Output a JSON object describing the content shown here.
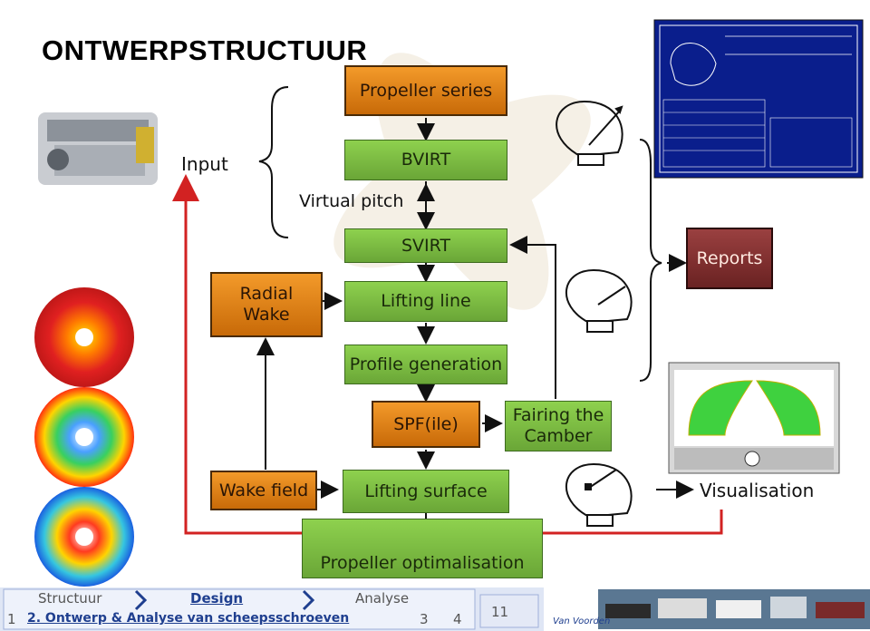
{
  "title": "ONTWERPSTRUCTUUR",
  "labels": {
    "input": "Input",
    "virtual_pitch": "Virtual pitch",
    "visualisation": "Visualisation"
  },
  "boxes": {
    "propeller_series": "Propeller series",
    "bvirt": "BVIRT",
    "svirt": "SVIRT",
    "lifting_line": "Lifting line",
    "radial_wake": "Radial\nWake",
    "profile_generation": "Profile generation",
    "spf": "SPF(ile)",
    "fairing": "Fairing the\nCamber",
    "reports": "Reports",
    "wake_field": "Wake field",
    "lifting_surface": "Lifting surface",
    "propeller_optimalisation": "Propeller optimalisation"
  },
  "footer": {
    "slide_number": "1",
    "tab_structuur": "Structuur",
    "tab_design": "Design",
    "tab_analyse": "Analyse",
    "subtitle": "2. Ontwerp & Analyse van scheepsschroeven",
    "step_3": "3",
    "step_4": "4",
    "page": "11",
    "logo_text": "Van Voorden"
  },
  "colors": {
    "green": "#7cbf45",
    "orange": "#e0811a",
    "dark_red": "#7a2e2e",
    "red_line": "#d22222",
    "footer_blue": "#1f3f8f"
  }
}
